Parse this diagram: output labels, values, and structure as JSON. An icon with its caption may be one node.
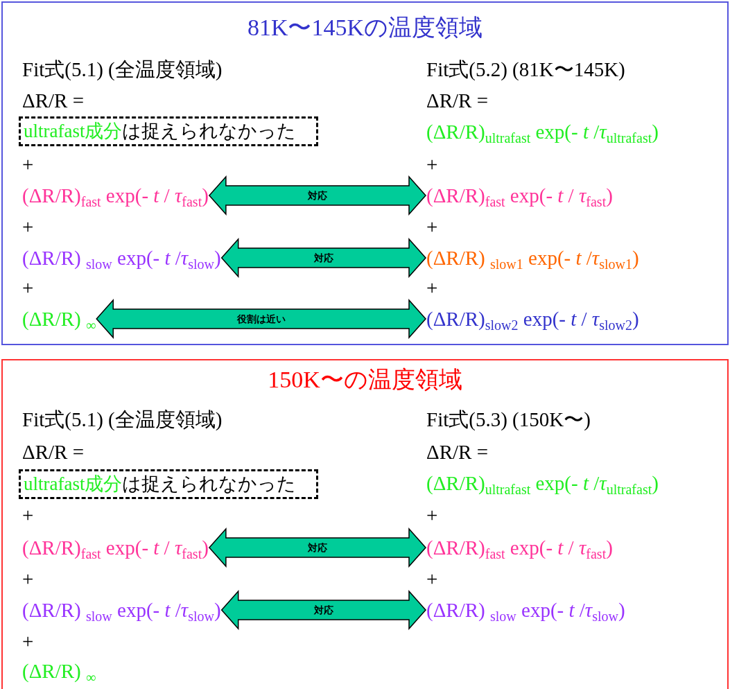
{
  "diagram": {
    "nodes": [
      {
        "text": [
          "81K〜145Kの温度領域"
        ]
      },
      {
        "text": [
          "ultrafast成分",
          "は捉えられなかった"
        ],
        "in": 0
      },
      {
        "text": [
          "(ΔR/R)$_{fast}$ exp(- *t* / *τ*$_{fast}$)"
        ],
        "in": 0
      },
      {
        "text": [
          "(ΔR/R)$_{fast}$ exp(- *t* / *τ*$_{fast}$)"
        ],
        "in": 0
      },
      {
        "text": [
          "(ΔR/R) $_{slow}$ exp(- *t* /*τ*$_{slow}$)"
        ],
        "in": 0
      },
      {
        "text": [
          "(ΔR/R) $_{slow1}$ exp(- *t* /*τ*$_{slow1}$)"
        ],
        "in": 0
      },
      {
        "text": [
          "(ΔR/R) $_{∞}$"
        ],
        "in": 0
      },
      {
        "text": [
          "(ΔR/R)$_{slow2}$ exp(- *t* / *τ*$_{slow2}$)"
        ],
        "in": 0
      },
      {
        "text": [
          "150K〜の温度領域"
        ]
      },
      {
        "text": [
          "ultrafast成分",
          "は捉えられなかった"
        ],
        "in": 8
      },
      {
        "text": [
          "(ΔR/R)$_{fast}$ exp(- *t* / *τ*$_{fast}$)"
        ],
        "in": 8
      },
      {
        "text": [
          "(ΔR/R)$_{fast}$ exp(- *t* / *τ*$_{fast}$)"
        ],
        "in": 8
      },
      {
        "text": [
          "(ΔR/R) $_{slow}$ exp(- *t* /*τ*$_{slow}$)"
        ],
        "in": 8
      },
      {
        "text": [
          "(ΔR/R) $_{slow}$ exp(- *t* /*τ*$_{slow}$)"
        ],
        "in": 8
      }
    ],
    "edges": [
      {
        "from": 2,
        "to": 3,
        "arrow": "both",
        "label": "対応"
      },
      {
        "from": 4,
        "to": 5,
        "arrow": "both",
        "label": "対応"
      },
      {
        "from": 6,
        "to": 7,
        "arrow": "both",
        "label": "役割は近い"
      },
      {
        "from": 10,
        "to": 11,
        "arrow": "both",
        "label": "対応"
      },
      {
        "from": 12,
        "to": 13,
        "arrow": "both",
        "label": "対応"
      }
    ],
    "labels": [
      "Fit式(5.1) (全温度領域)",
      "Fit式(5.2) (81K〜145K)",
      "ΔR/R =",
      "ΔR/R =",
      "(ΔR/R)$_{ultrafast}$ exp(- *t* /*τ*$_{ultrafast}$)",
      "+",
      "+",
      "+",
      "+",
      "+",
      "+",
      "Fit式(5.1) (全温度領域)",
      "Fit式(5.3) (150K〜)",
      "ΔR/R =",
      "ΔR/R =",
      "(ΔR/R)$_{ultrafast}$ exp(- *t* /*τ*$_{ultrafast}$)",
      "+",
      "+",
      "+",
      "+",
      "+",
      "(ΔR/R) $_{∞}$"
    ]
  }
}
